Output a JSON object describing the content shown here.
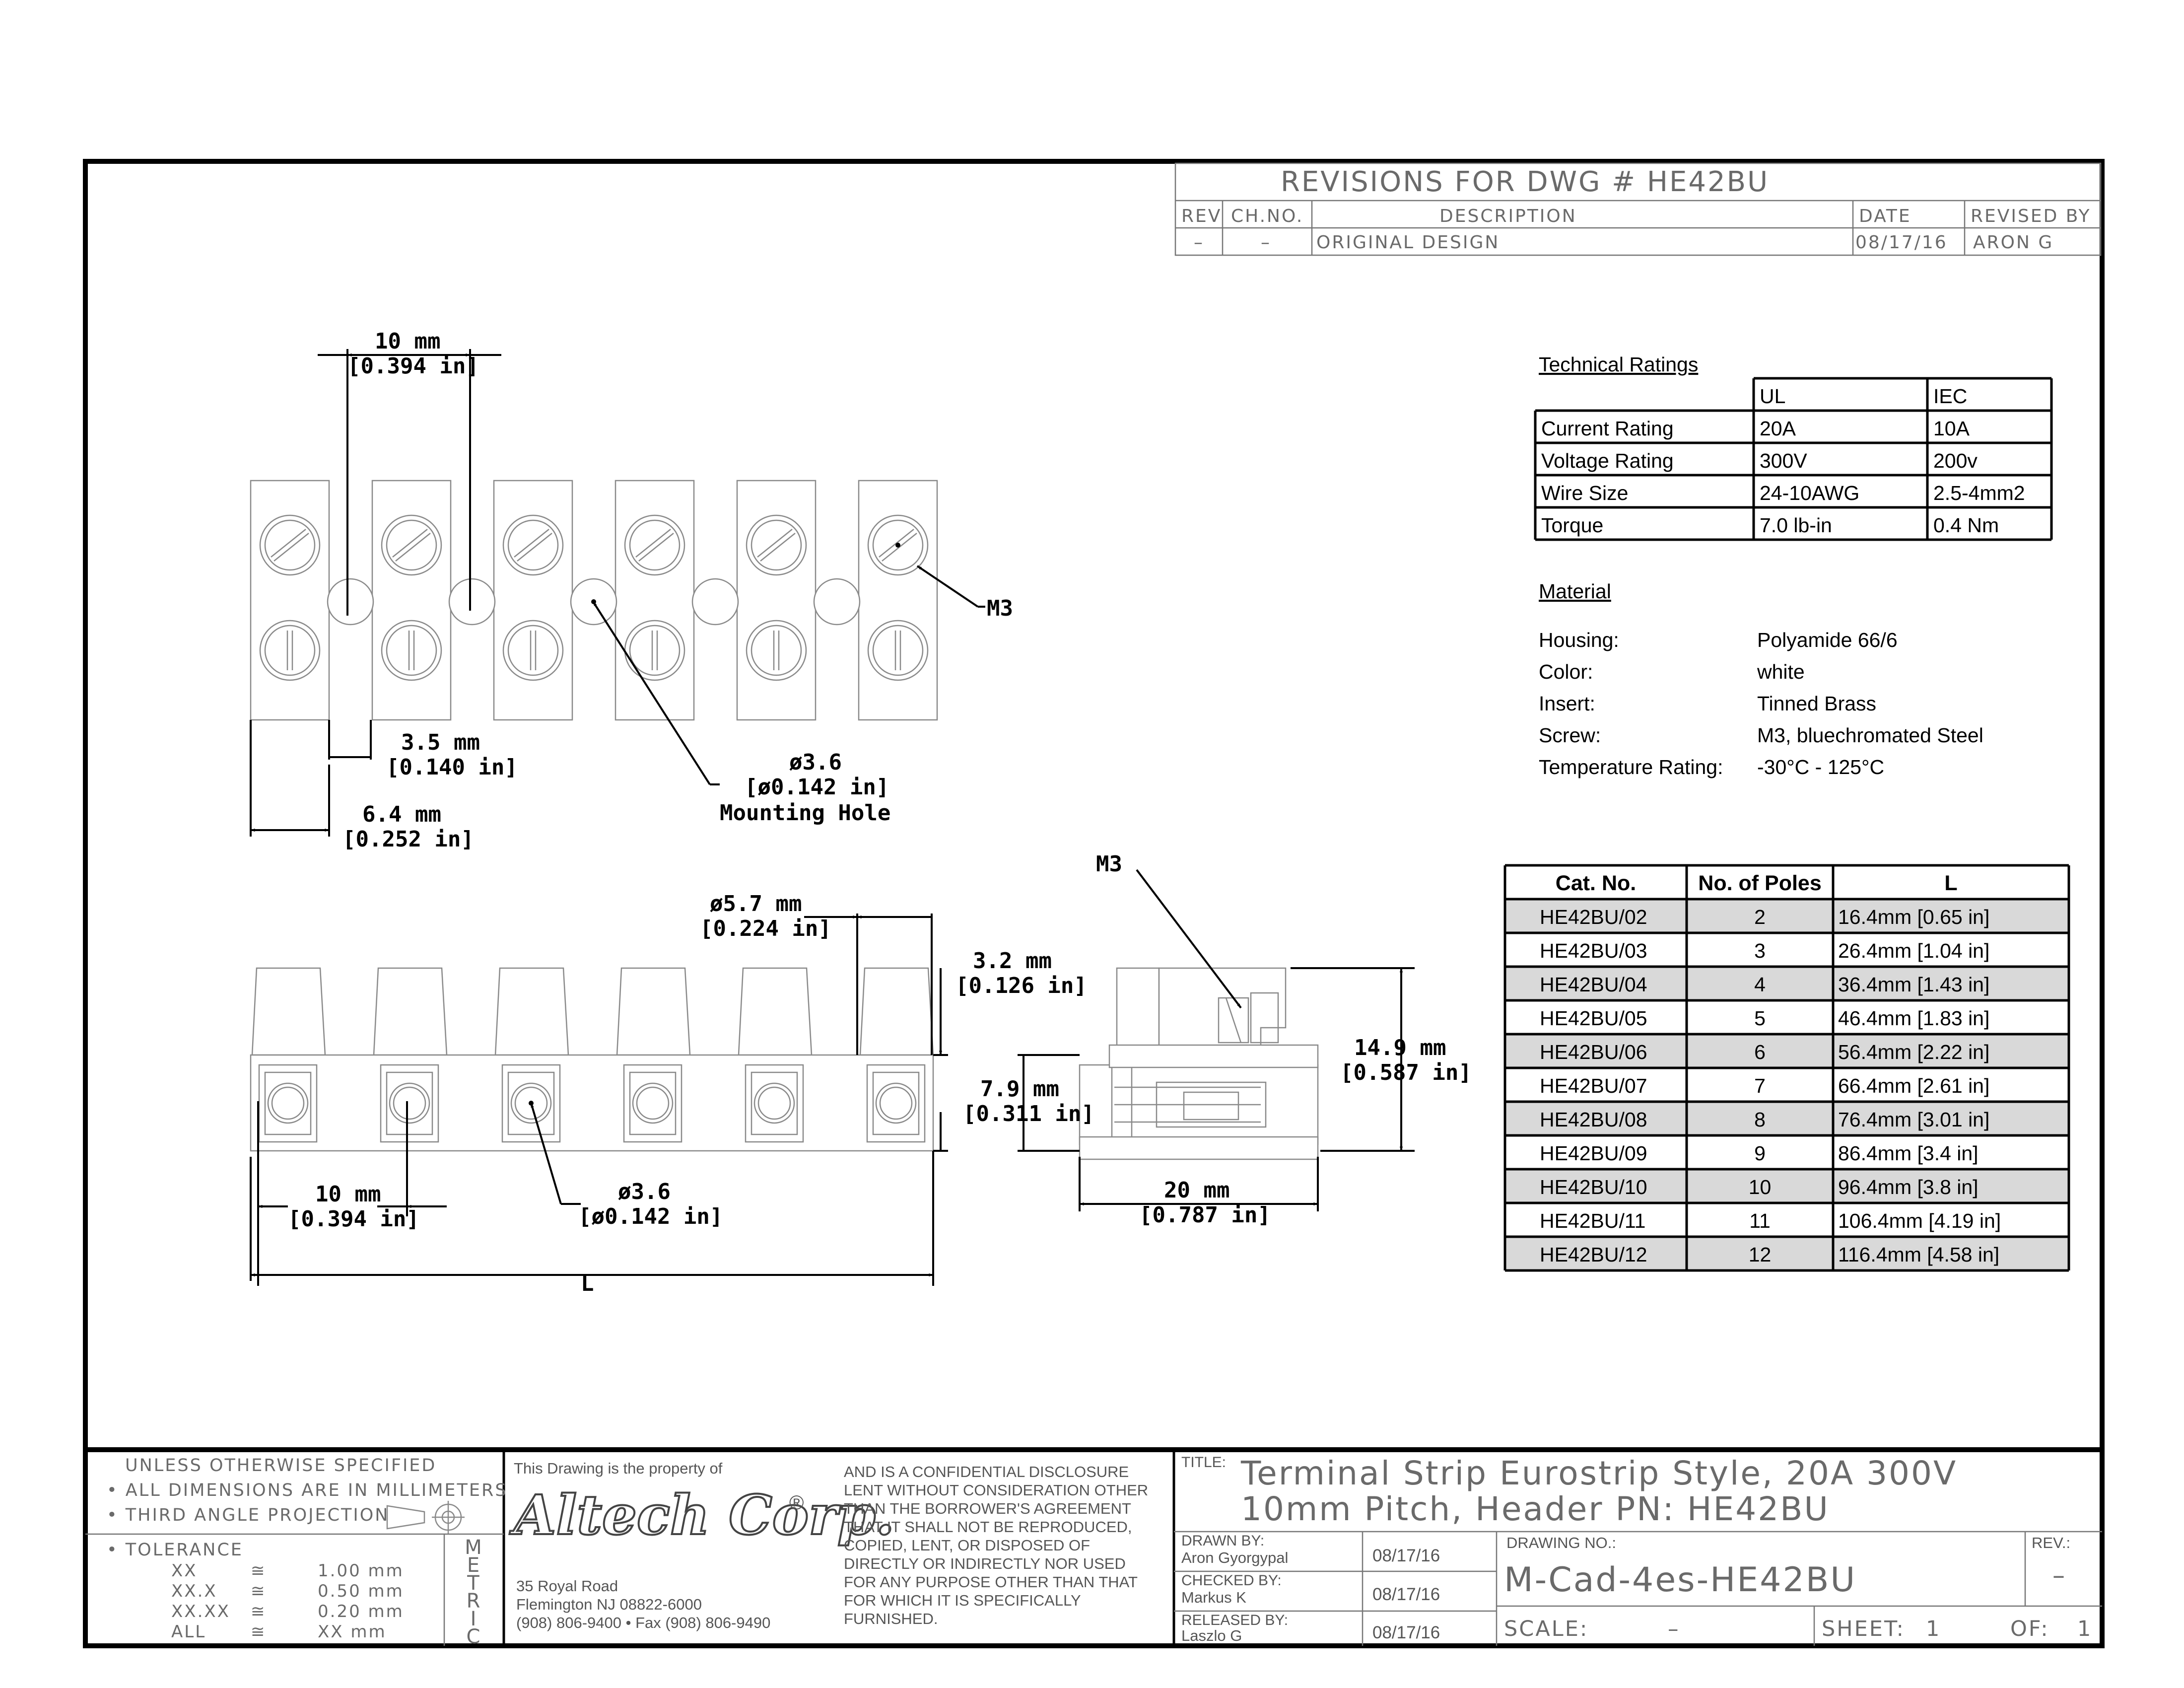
{
  "revisions": {
    "title": "REVISIONS FOR DWG # HE42BU",
    "headers": [
      "REV",
      "CH.NO.",
      "DESCRIPTION",
      "DATE",
      "REVISED BY"
    ],
    "row": [
      "–",
      "–",
      "ORIGINAL DESIGN",
      "08/17/16",
      "ARON G"
    ]
  },
  "dims": {
    "pitch_mm": "10 mm",
    "pitch_in": "[0.394 in]",
    "gap_mm": "3.5 mm",
    "gap_in": "[0.140 in]",
    "width_mm": "6.4 mm",
    "width_in": "[0.252 in]",
    "hole_dia": "ø3.6",
    "hole_in": "[ø0.142 in]",
    "hole_label": "Mounting Hole",
    "screw_top": "M3",
    "screw_side": "M3",
    "cap_mm": "ø5.7 mm",
    "cap_in": "[0.224 in]",
    "step_mm": "3.2 mm",
    "step_in": "[0.126 in]",
    "base_mm": "7.9 mm",
    "base_in": "[0.311 in]",
    "height_mm": "14.9 mm",
    "height_in": "[0.587 in]",
    "depth_mm": "20 mm",
    "depth_in": "[0.787 in]",
    "front_pitch_mm": "10 mm",
    "front_pitch_in": "[0.394 in]",
    "front_hole": "ø3.6",
    "front_hole_in": "[ø0.142 in]",
    "length": "L"
  },
  "ratings": {
    "heading": "Technical Ratings",
    "cols": [
      "",
      "UL",
      "IEC"
    ],
    "rows": [
      [
        "Current Rating",
        "20A",
        "10A"
      ],
      [
        "Voltage Rating",
        "300V",
        "200v"
      ],
      [
        "Wire Size",
        "24-10AWG",
        "2.5-4mm2"
      ],
      [
        "Torque",
        "7.0 lb-in",
        "0.4 Nm"
      ]
    ]
  },
  "material": {
    "heading": "Material",
    "rows": [
      [
        "Housing:",
        "Polyamide 66/6"
      ],
      [
        "Color:",
        "white"
      ],
      [
        "Insert:",
        "Tinned Brass"
      ],
      [
        "Screw:",
        "M3, bluechromated Steel"
      ],
      [
        "Temperature Rating:",
        "-30°C - 125°C"
      ]
    ]
  },
  "catalog": {
    "headers": [
      "Cat. No.",
      "No. of Poles",
      "L"
    ],
    "rows": [
      [
        "HE42BU/02",
        "2",
        "16.4mm [0.65 in]"
      ],
      [
        "HE42BU/03",
        "3",
        "26.4mm [1.04 in]"
      ],
      [
        "HE42BU/04",
        "4",
        "36.4mm [1.43 in]"
      ],
      [
        "HE42BU/05",
        "5",
        "46.4mm [1.83 in]"
      ],
      [
        "HE42BU/06",
        "6",
        "56.4mm [2.22 in]"
      ],
      [
        "HE42BU/07",
        "7",
        "66.4mm [2.61 in]"
      ],
      [
        "HE42BU/08",
        "8",
        "76.4mm [3.01 in]"
      ],
      [
        "HE42BU/09",
        "9",
        "86.4mm [3.4 in]"
      ],
      [
        "HE42BU/10",
        "10",
        "96.4mm [3.8 in]"
      ],
      [
        "HE42BU/11",
        "11",
        "106.4mm [4.19 in]"
      ],
      [
        "HE42BU/12",
        "12",
        "116.4mm [4.58 in]"
      ]
    ]
  },
  "title_block": {
    "unless": "UNLESS OTHERWISE SPECIFIED",
    "all_dims": "• ALL DIMENSIONS ARE IN MILLIMETERS",
    "projection": "• THIRD ANGLE PROJECTION",
    "tolerance": "• TOLERANCE",
    "tol_rows": [
      [
        "XX",
        "≅",
        "1.00 mm"
      ],
      [
        "XX.X",
        "≅",
        "0.50 mm"
      ],
      [
        "XX.XX",
        "≅",
        "0.20 mm"
      ],
      [
        "ALL",
        "≅",
        "XX mm"
      ]
    ],
    "metric": [
      "M",
      "E",
      "T",
      "R",
      "I",
      "C"
    ],
    "property": "This Drawing is the property of",
    "company": "Altech Corp.",
    "registered": "®",
    "address": [
      "35 Royal Road",
      "Flemington NJ 08822-6000",
      "(908) 806-9400 • Fax (908) 806-9490"
    ],
    "confidential": [
      "AND IS A CONFIDENTIAL DISCLOSURE",
      "LENT WITHOUT CONSIDERATION OTHER",
      "THAN THE BORROWER'S AGREEMENT",
      "THAT IT SHALL NOT BE REPRODUCED,",
      "COPIED, LENT, OR DISPOSED OF",
      "DIRECTLY OR INDIRECTLY NOR USED",
      "FOR ANY PURPOSE OTHER THAN THAT",
      "FOR WHICH IT IS SPECIFICALLY",
      "FURNISHED."
    ],
    "title_label": "TITLE:",
    "title_line1": "Terminal Strip Eurostrip Style, 20A 300V",
    "title_line2": "10mm Pitch, Header PN: HE42BU",
    "drawn_by_label": "DRAWN BY:",
    "drawn_by": "Aron Gyorgypal",
    "drawn_date": "08/17/16",
    "checked_by_label": "CHECKED BY:",
    "checked_by": "Markus K",
    "checked_date": "08/17/16",
    "released_by_label": "RELEASED BY:",
    "released_by": "Laszlo G",
    "released_date": "08/17/16",
    "drawing_no_label": "DRAWING NO.:",
    "drawing_no": "M-Cad-4es-HE42BU",
    "rev_label": "REV.:",
    "rev": "–",
    "scale_label": "SCALE:",
    "scale": "–",
    "sheet_label": "SHEET:",
    "sheet": "1",
    "of_label": "OF:",
    "of": "1"
  }
}
